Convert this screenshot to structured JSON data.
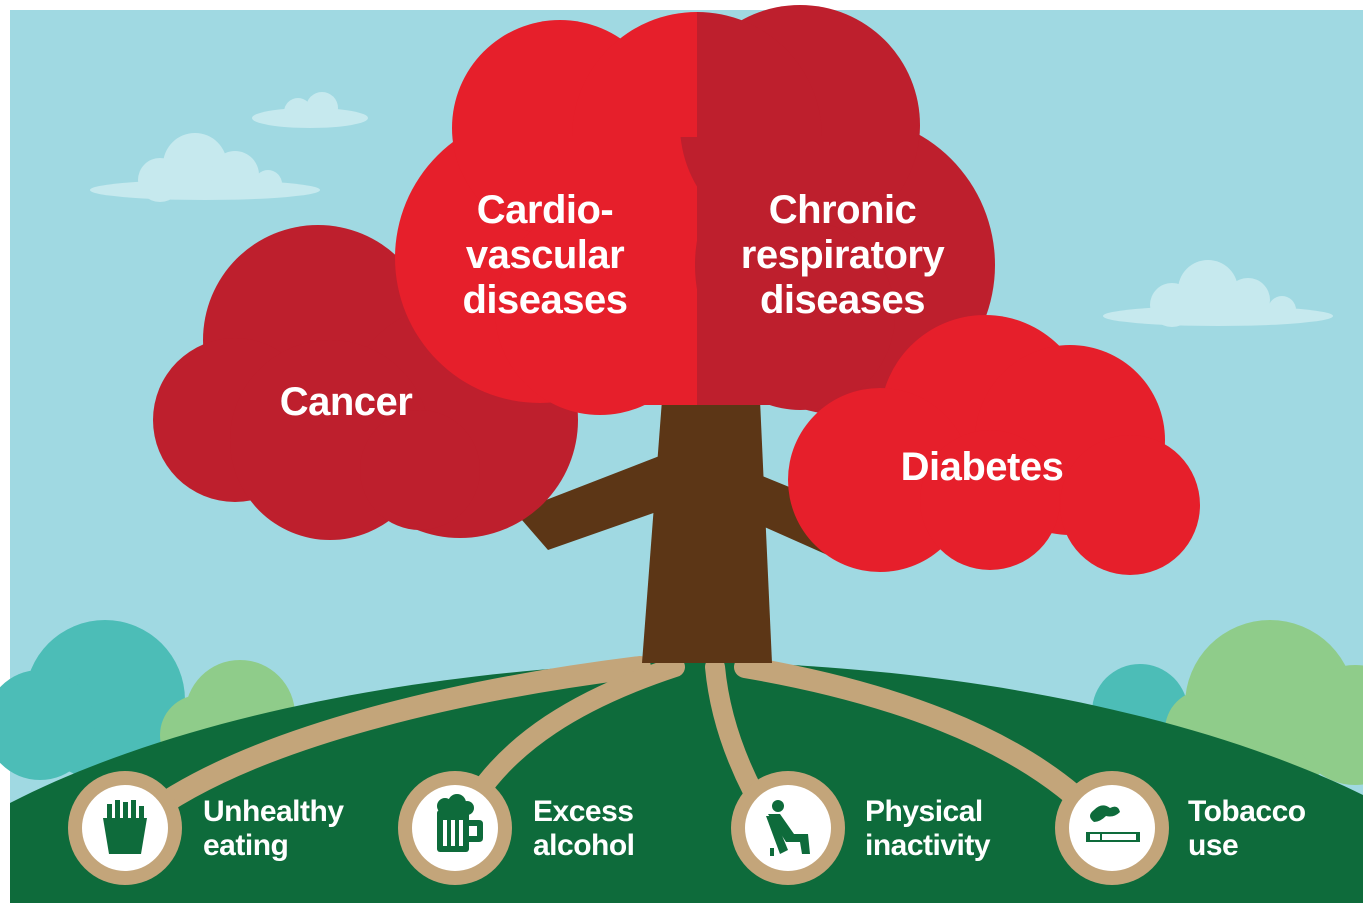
{
  "colors": {
    "sky": "#a0d9e2",
    "cloud": "#c6e9ee",
    "hill": "#0e6b3b",
    "hill_edge": "#135e36",
    "bush_teal": "#4cbdb7",
    "bush_green": "#8fcc8a",
    "trunk": "#5c3616",
    "root": "#c3a57a",
    "red_bright": "#e61f2b",
    "red_dark": "#be1f2d",
    "icon_bg": "#ffffff",
    "icon_fg": "#0e6b3b"
  },
  "diseases": {
    "cancer": {
      "lines": [
        "Cancer"
      ]
    },
    "cardio": {
      "lines": [
        "Cardio-",
        "vascular",
        "diseases"
      ]
    },
    "chronic": {
      "lines": [
        "Chronic",
        "respiratory",
        "diseases"
      ]
    },
    "diabetes": {
      "lines": [
        "Diabetes"
      ]
    }
  },
  "risks": [
    {
      "icon": "fries-icon",
      "lines": [
        "Unhealthy",
        "eating"
      ]
    },
    {
      "icon": "beer-mug-icon",
      "lines": [
        "Excess",
        "alcohol"
      ]
    },
    {
      "icon": "reclining-chair-icon",
      "lines": [
        "Physical",
        "inactivity"
      ]
    },
    {
      "icon": "cigarette-icon",
      "lines": [
        "Tobacco",
        "use"
      ]
    }
  ]
}
